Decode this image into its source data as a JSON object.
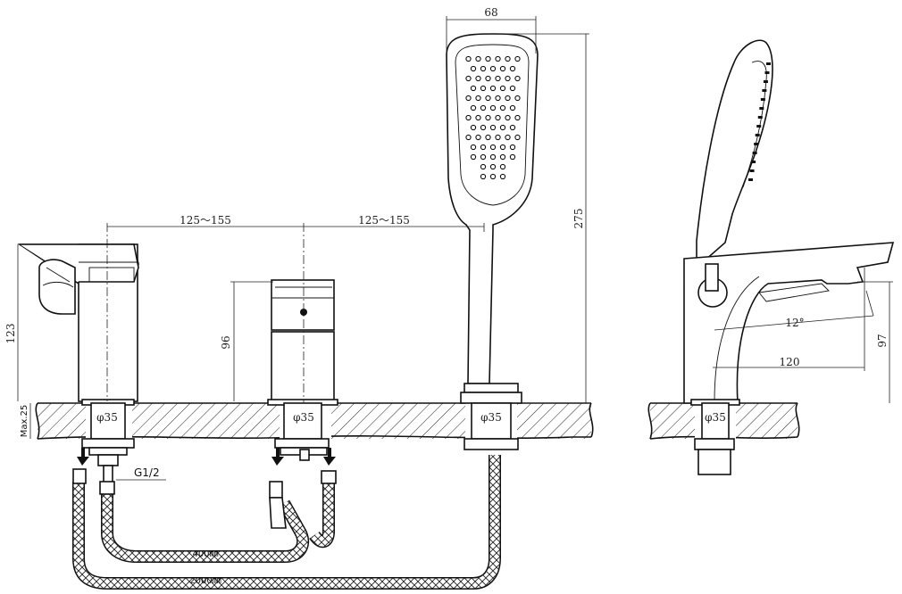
{
  "dimensions": {
    "spacing_left": "125～155",
    "spacing_right": "125～155",
    "shower_width": "68",
    "shower_height": "275",
    "spout_height": "123",
    "mixer_height": "96",
    "deck_thickness": "Max.25",
    "hole_diameter": "φ35",
    "spout_angle": "12°",
    "spout_reach": "120",
    "side_height": "97",
    "thread": "G1/2",
    "hose_short": "400㎜",
    "hose_long": "2000㎜"
  }
}
